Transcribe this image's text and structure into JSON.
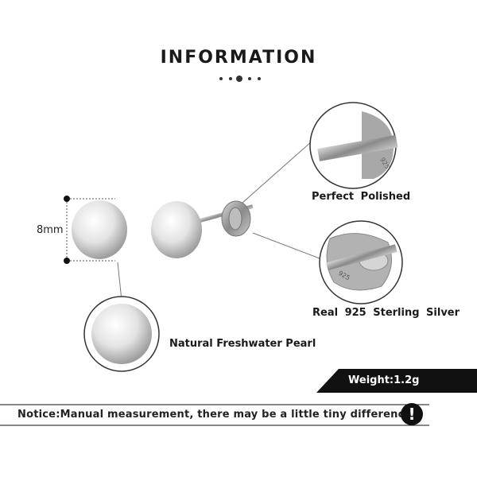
{
  "header": {
    "title": "INFORMATION"
  },
  "dimensions": {
    "size_label": "8mm"
  },
  "features": [
    {
      "label": "Perfect Polished"
    },
    {
      "label": "Real 925 Sterling Silver"
    },
    {
      "label": "Natural Freshwater Pearl"
    }
  ],
  "weight": {
    "label": "Weight:1.2g"
  },
  "notice": {
    "text": "Notice:Manual measurement, there may be a little tiny difference.",
    "icon": "exclamation-icon"
  },
  "colors": {
    "accent": "#111111",
    "pearl": "#e6e6e6",
    "silver": "#9a9a9a"
  }
}
